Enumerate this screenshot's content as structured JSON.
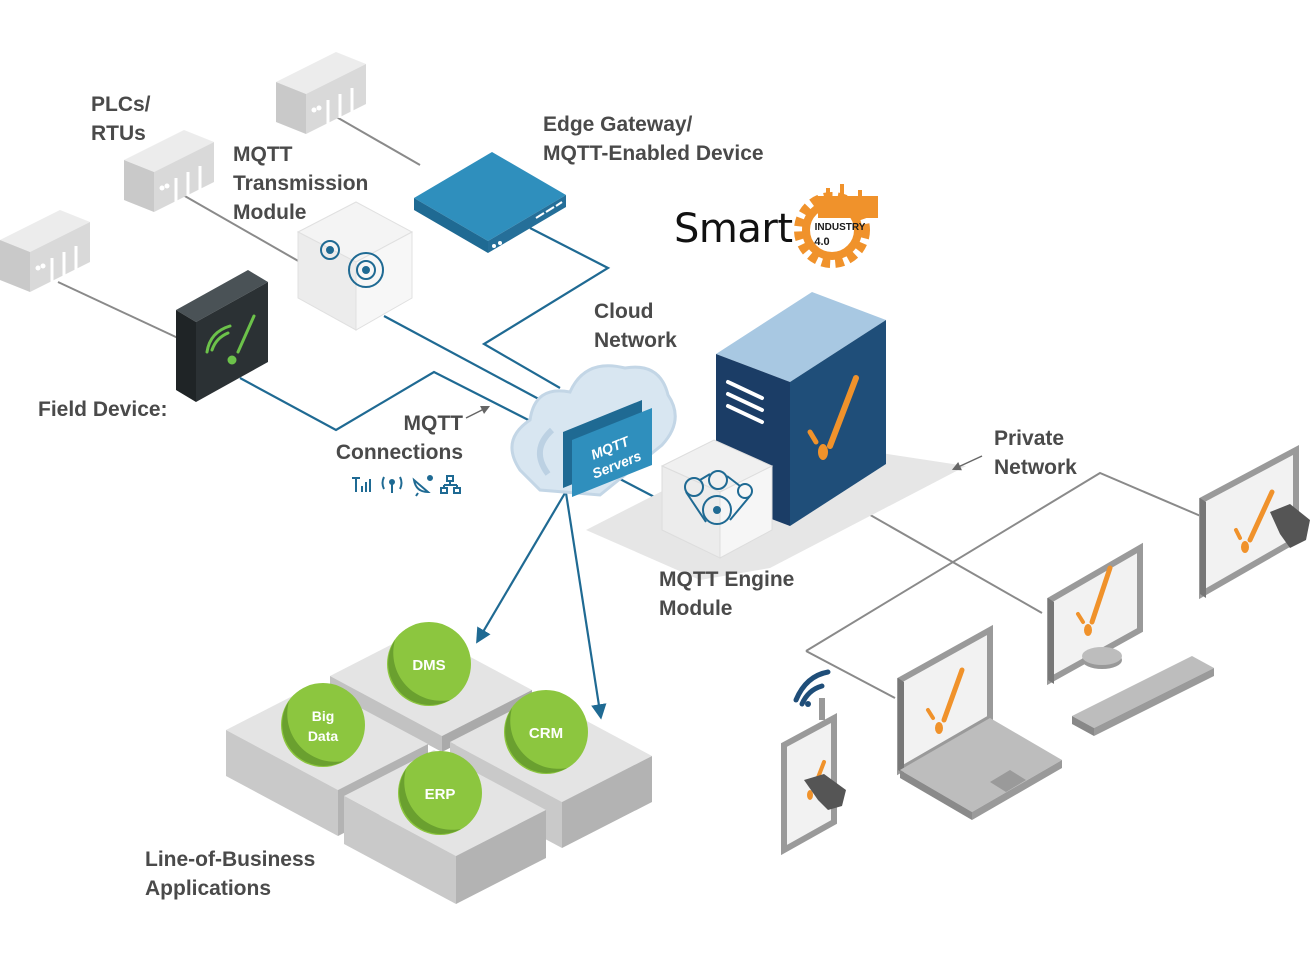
{
  "diagram": {
    "title_logo": {
      "word": "Smart",
      "badge_line1": "INDUSTRY",
      "badge_line2": "4.0"
    },
    "labels": {
      "plcs": [
        "PLCs/",
        "RTUs"
      ],
      "mqtt_transmission": [
        "MQTT",
        "Transmission",
        "Module"
      ],
      "edge_gateway": [
        "Edge Gateway/",
        "MQTT-Enabled Device"
      ],
      "field_device": [
        "Field Device:"
      ],
      "cloud_network": [
        "Cloud",
        "Network"
      ],
      "mqtt_connections": [
        "MQTT",
        "Connections"
      ],
      "private_network": [
        "Private",
        "Network"
      ],
      "mqtt_engine": [
        "MQTT Engine",
        "Module"
      ],
      "line_of_business": [
        "Line-of-Business",
        "Applications"
      ]
    },
    "mqtt_servers": [
      "MQTT",
      "Servers"
    ],
    "connection_icons": [
      "cellular-signal-icon",
      "radio-antenna-icon",
      "satellite-dish-icon",
      "network-topology-icon"
    ],
    "applications": [
      {
        "name": "DMS"
      },
      {
        "name": "Big Data"
      },
      {
        "name": "CRM"
      },
      {
        "name": "ERP"
      }
    ],
    "colors": {
      "text": "#4a4a4a",
      "blue_line": "#1f6a93",
      "gray_line": "#8a8a8a",
      "gateway_blue": "#2f8fbd",
      "server_dark": "#1f4e79",
      "server_top": "#a8c8e2",
      "accent_orange": "#f0922b",
      "app_green": "#8cc63f",
      "app_green_dark": "#6aa02f",
      "field_device_dark": "#2b3134",
      "field_device_green": "#6cc24a",
      "cloud": "#d8e6f1"
    }
  }
}
